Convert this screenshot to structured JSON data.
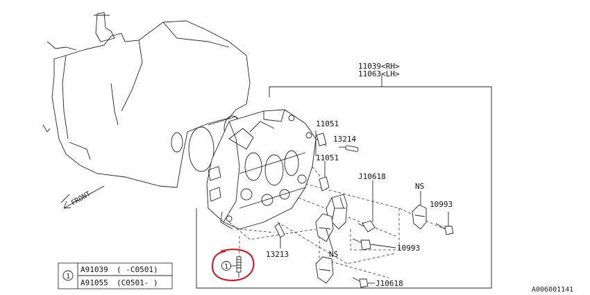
{
  "callouts": {
    "head_rh": "11039<RH>",
    "head_lh": "11063<LH>",
    "p11051_top": "11051",
    "p13214": "13214",
    "p11051_mid": "11051",
    "j10618_top": "J10618",
    "ns_right": "NS",
    "p10993_right": "10993",
    "p13213": "13213",
    "ns_mid": "NS",
    "p10993_mid": "10993",
    "j10618_bottom": "J10618",
    "circle_ref": "1"
  },
  "front_label": "FRONT",
  "legend": {
    "ref_symbol": "1",
    "rows": [
      {
        "part": "A91039",
        "range": "( -C0501)"
      },
      {
        "part": "A91055",
        "range": "(C0501- )"
      }
    ]
  },
  "image_code": "A006001141",
  "colors": {
    "highlight": "#c0262d",
    "line": "#222222"
  }
}
